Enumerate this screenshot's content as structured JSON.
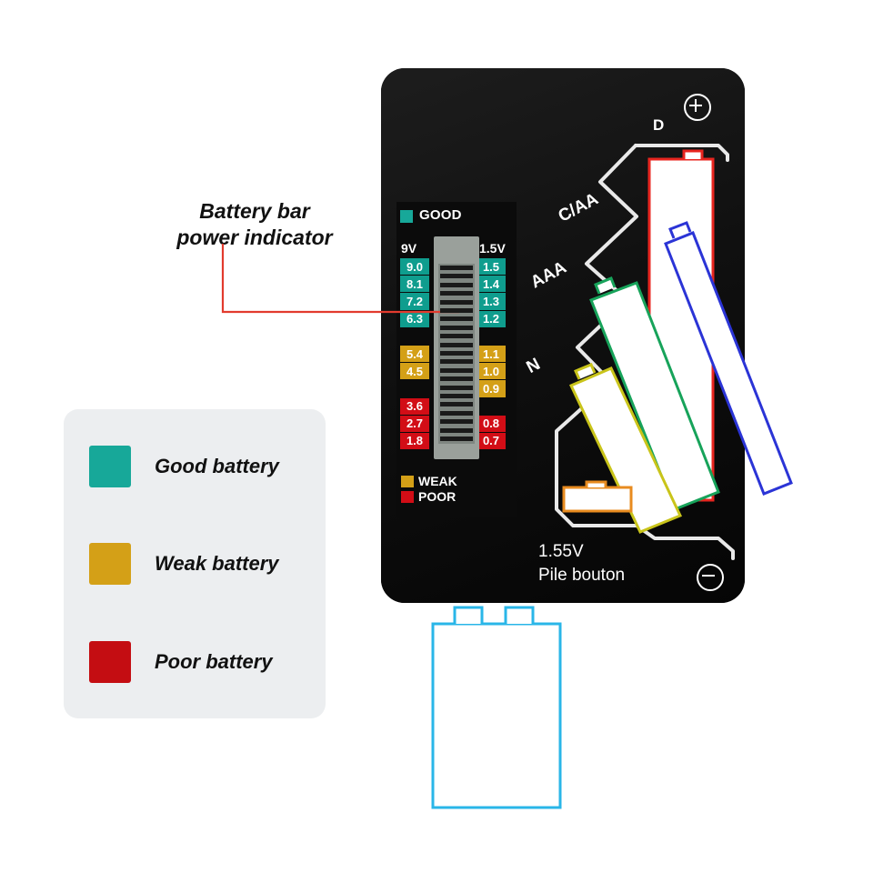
{
  "annotation": {
    "line1": "Battery bar",
    "line2": "power indicator",
    "leader_color": "#e23b2e"
  },
  "legend": {
    "items": [
      {
        "label": "Good battery",
        "color": "#17a899"
      },
      {
        "label": "Weak battery",
        "color": "#d4a017"
      },
      {
        "label": "Poor battery",
        "color": "#c40d12"
      }
    ]
  },
  "device": {
    "lcd": {
      "good_label": "GOOD",
      "good_color": "#17a899",
      "header_left": "9V",
      "header_right": "1.5V",
      "scale_left": [
        {
          "value": "9.0",
          "state": "good"
        },
        {
          "value": "8.1",
          "state": "good"
        },
        {
          "value": "7.2",
          "state": "good"
        },
        {
          "value": "6.3",
          "state": "good"
        },
        {
          "value": "",
          "state": "blank"
        },
        {
          "value": "5.4",
          "state": "weak"
        },
        {
          "value": "4.5",
          "state": "weak"
        },
        {
          "value": "",
          "state": "blank"
        },
        {
          "value": "3.6",
          "state": "poor"
        },
        {
          "value": "2.7",
          "state": "poor"
        },
        {
          "value": "1.8",
          "state": "poor"
        }
      ],
      "scale_right": [
        {
          "value": "1.5",
          "state": "good"
        },
        {
          "value": "1.4",
          "state": "good"
        },
        {
          "value": "1.3",
          "state": "good"
        },
        {
          "value": "1.2",
          "state": "good"
        },
        {
          "value": "",
          "state": "blank"
        },
        {
          "value": "1.1",
          "state": "weak"
        },
        {
          "value": "1.0",
          "state": "weak"
        },
        {
          "value": "0.9",
          "state": "weak"
        },
        {
          "value": "",
          "state": "blank"
        },
        {
          "value": "0.8",
          "state": "poor"
        },
        {
          "value": "0.7",
          "state": "poor"
        }
      ],
      "weak_label": "WEAK",
      "weak_color": "#d4a017",
      "poor_label": "POOR",
      "poor_color": "#d20d16"
    },
    "slots": {
      "d": "D",
      "caa": "C/AA",
      "aaa": "AAA",
      "n": "N",
      "button_voltage": "1.55V",
      "button_text": "Pile bouton"
    },
    "terminals": {
      "positive": "plus-symbol",
      "negative": "minus-symbol"
    },
    "outline_colors": {
      "d": "#e8251f",
      "caa": "#2b34d6",
      "aaa": "#17a35a",
      "n": "#c9c41a",
      "button": "#e88b1f",
      "nine_volt": "#29b6e8"
    }
  }
}
